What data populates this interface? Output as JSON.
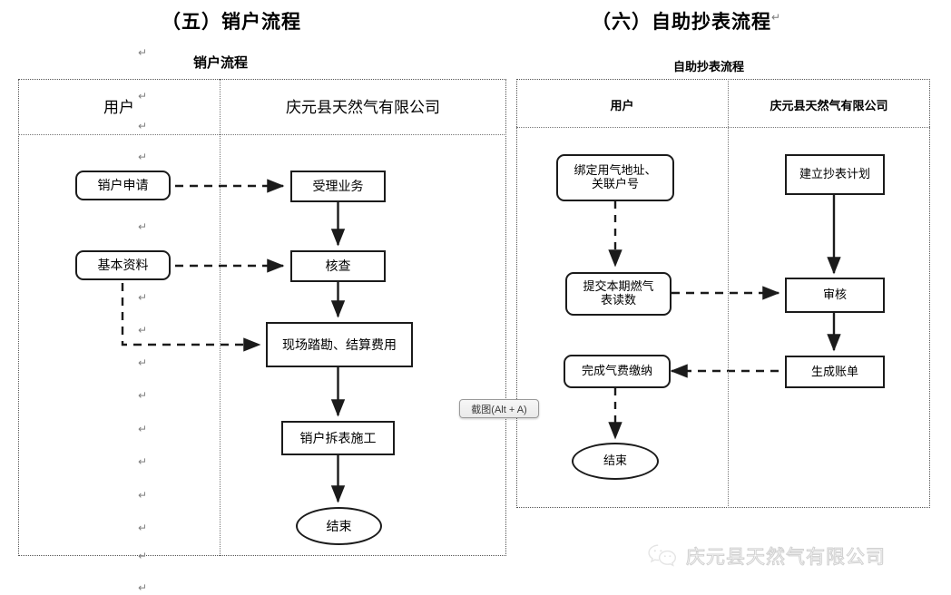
{
  "document": {
    "background_color": "#ffffff",
    "ink_color": "#1b1b1b",
    "frame_color": "#555555",
    "pilcrow_color": "#808080",
    "pilcrow_glyph": "↵"
  },
  "sections": [
    {
      "id": "section-five",
      "title": "（五）销户流程",
      "trailing_mark": ""
    },
    {
      "id": "section-six",
      "title": "（六）自助抄表流程",
      "trailing_mark": "↵"
    }
  ],
  "diagrams": [
    {
      "id": "cancellation-flow",
      "caption": "销户流程",
      "lanes": [
        {
          "id": "lane-user-left",
          "label": "用户"
        },
        {
          "id": "lane-company-left",
          "label": "庆元县天然气有限公司"
        }
      ],
      "nodes": [
        {
          "id": "apply-cancel",
          "label": "销户申请",
          "shape": "rounded",
          "lane": "user"
        },
        {
          "id": "basic-data",
          "label": "基本资料",
          "shape": "rounded",
          "lane": "user"
        },
        {
          "id": "accept-service",
          "label": "受理业务",
          "shape": "rect",
          "lane": "company"
        },
        {
          "id": "verify",
          "label": "核查",
          "shape": "rect",
          "lane": "company"
        },
        {
          "id": "survey-settle",
          "label": "现场踏勘、结算费用",
          "shape": "rect",
          "lane": "company"
        },
        {
          "id": "dismantle",
          "label": "销户拆表施工",
          "shape": "rect",
          "lane": "company"
        },
        {
          "id": "end-left",
          "label": "结束",
          "shape": "ellipse",
          "lane": "company"
        }
      ],
      "edges": [
        {
          "from": "apply-cancel",
          "to": "accept-service",
          "style": "dashed"
        },
        {
          "from": "accept-service",
          "to": "verify",
          "style": "solid"
        },
        {
          "from": "basic-data",
          "to": "verify",
          "style": "dashed"
        },
        {
          "from": "verify",
          "to": "survey-settle",
          "style": "solid"
        },
        {
          "from": "basic-data",
          "to": "survey-settle",
          "style": "dashed"
        },
        {
          "from": "survey-settle",
          "to": "dismantle",
          "style": "solid"
        },
        {
          "from": "dismantle",
          "to": "end-left",
          "style": "solid"
        }
      ]
    },
    {
      "id": "self-meter-reading-flow",
      "caption": "自助抄表流程",
      "lanes": [
        {
          "id": "lane-user-right",
          "label": "用户"
        },
        {
          "id": "lane-company-right",
          "label": "庆元县天然气有限公司"
        }
      ],
      "nodes": [
        {
          "id": "bind-address",
          "label": "绑定用气地址、\n关联户号",
          "shape": "rounded",
          "lane": "user"
        },
        {
          "id": "submit-reading",
          "label": "提交本期燃气\n表读数",
          "shape": "rounded",
          "lane": "user"
        },
        {
          "id": "pay-gas-fee",
          "label": "完成气费缴纳",
          "shape": "rounded",
          "lane": "user"
        },
        {
          "id": "end-right",
          "label": "结束",
          "shape": "ellipse",
          "lane": "user"
        },
        {
          "id": "make-plan",
          "label": "建立抄表计划",
          "shape": "rect",
          "lane": "company"
        },
        {
          "id": "review",
          "label": "审核",
          "shape": "rect",
          "lane": "company"
        },
        {
          "id": "generate-bill",
          "label": "生成账单",
          "shape": "rect",
          "lane": "company"
        }
      ],
      "edges": [
        {
          "from": "bind-address",
          "to": "submit-reading",
          "style": "dashed"
        },
        {
          "from": "submit-reading",
          "to": "review",
          "style": "dashed"
        },
        {
          "from": "make-plan",
          "to": "review",
          "style": "solid"
        },
        {
          "from": "review",
          "to": "generate-bill",
          "style": "solid"
        },
        {
          "from": "generate-bill",
          "to": "pay-gas-fee",
          "style": "dashed"
        },
        {
          "from": "pay-gas-fee",
          "to": "end-right",
          "style": "dashed"
        }
      ]
    }
  ],
  "tooltip": {
    "id": "snip-tooltip",
    "label": "截图(Alt + A)"
  },
  "watermark": {
    "icon": "wechat-icon",
    "text": "庆元县天然气有限公司",
    "color": "#e8e8e8"
  },
  "paragraph_marks": {
    "glyph": "↵",
    "count": 13
  }
}
